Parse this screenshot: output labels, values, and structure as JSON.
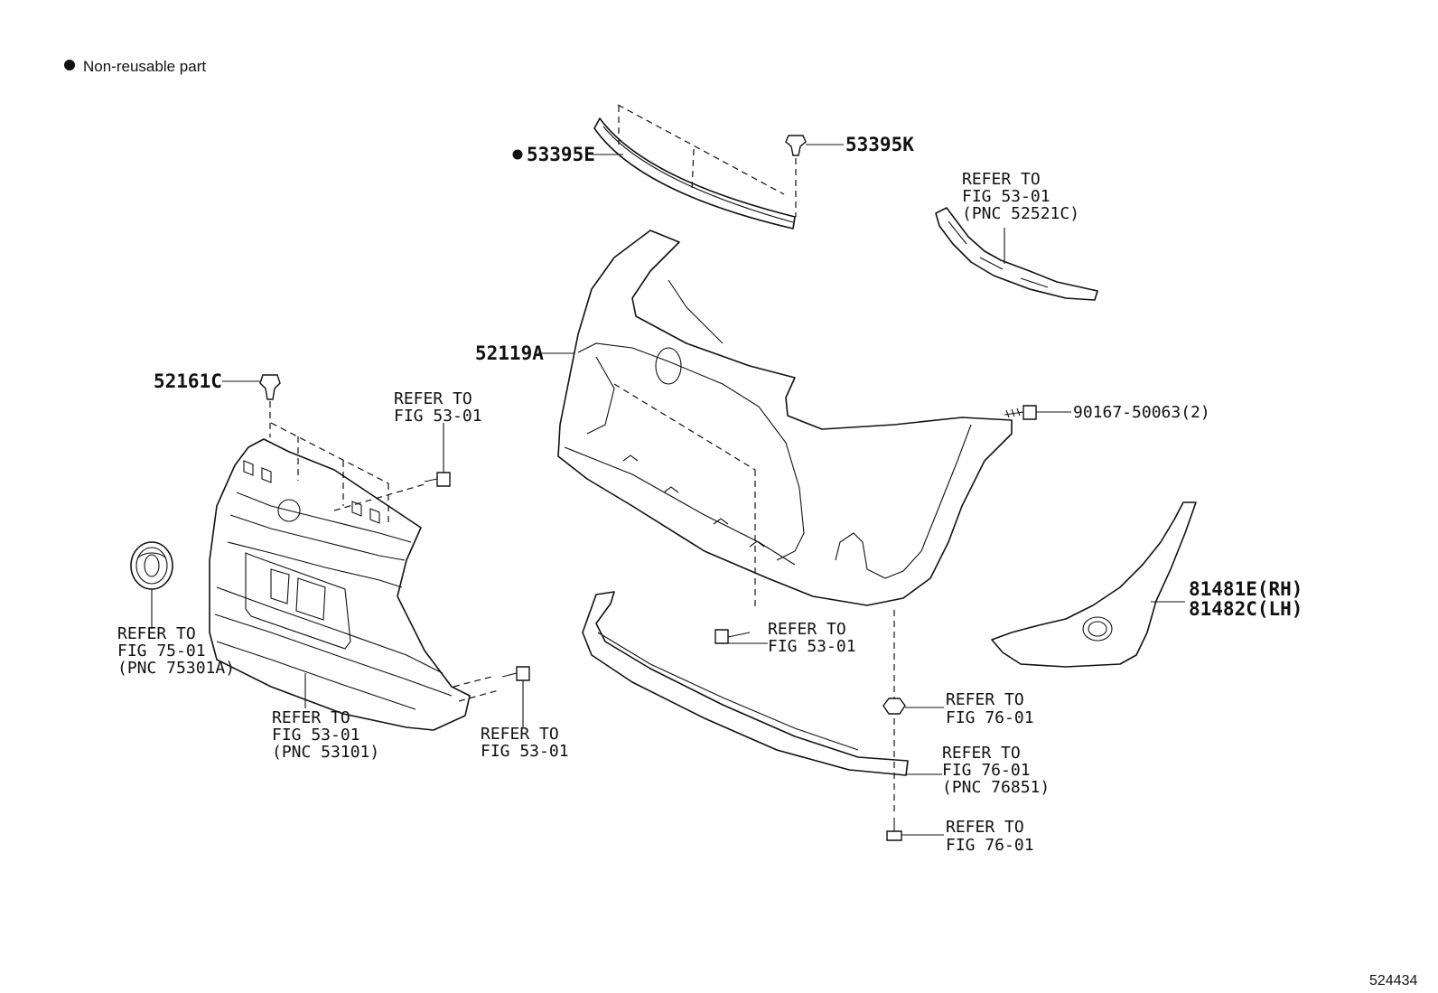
{
  "legend": {
    "symbol": "●",
    "text": "Non-reusable part"
  },
  "figure_number": "524434",
  "callouts": {
    "p53395e": {
      "mark": "●",
      "text": "53395E"
    },
    "p53395k": "53395K",
    "p52119a": "52119A",
    "p52161c": "52161C",
    "p90167": "90167-50063(2)",
    "p81481e": "81481E(RH)",
    "p81482c": "81482C(LH)",
    "ref_bracket": [
      "REFER TO",
      "FIG 53-01",
      "(PNC 52521C)"
    ],
    "ref_screw_grille": [
      "REFER TO",
      "FIG 53-01"
    ],
    "ref_emblem": [
      "REFER TO",
      "FIG 75-01",
      "(PNC 75301A)"
    ],
    "ref_grille": [
      "REFER TO",
      "FIG 53-01",
      "(PNC 53101)"
    ],
    "ref_screw_grille_low": [
      "REFER TO",
      "FIG 53-01"
    ],
    "ref_screw_center": [
      "REFER TO",
      "FIG 53-01"
    ],
    "ref_clip_76": [
      "REFER TO",
      "FIG 76-01"
    ],
    "ref_spoiler": [
      "REFER TO",
      "FIG 76-01",
      "(PNC 76851)"
    ],
    "ref_screw_76": [
      "REFER TO",
      "FIG 76-01"
    ]
  }
}
